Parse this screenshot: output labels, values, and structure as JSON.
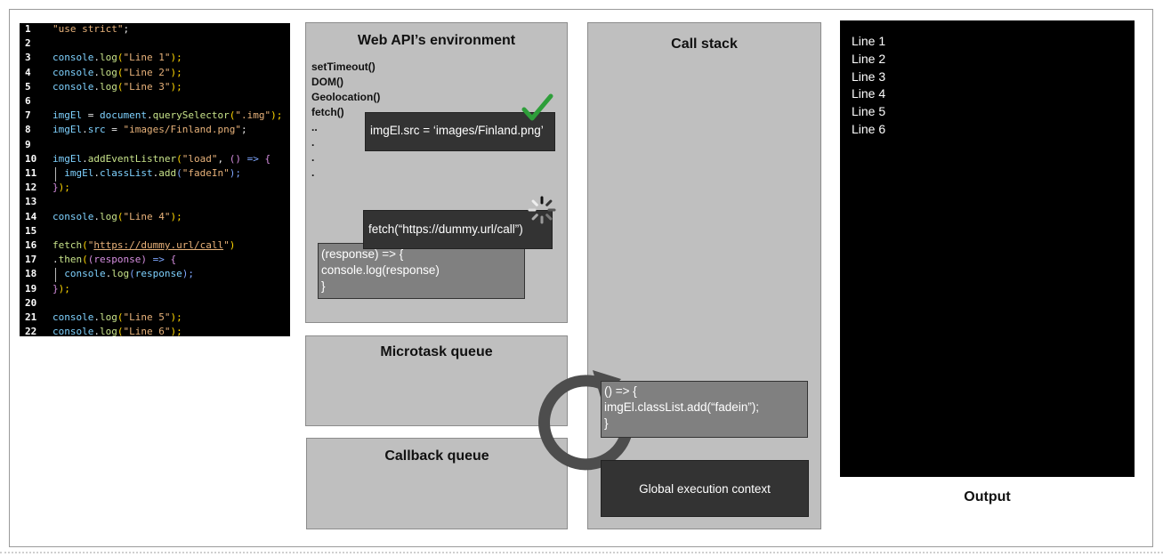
{
  "code": {
    "lines": [
      {
        "n": "1",
        "tokens": [
          {
            "t": "\"use strict\"",
            "c": "#e8b27a"
          },
          {
            "t": ";",
            "c": "#e6e6e6"
          }
        ]
      },
      {
        "n": "2",
        "tokens": []
      },
      {
        "n": "3",
        "tokens": [
          {
            "t": "console",
            "c": "#7fd2ff"
          },
          {
            "t": ".",
            "c": "#e6e6e6"
          },
          {
            "t": "log",
            "c": "#c8e38a"
          },
          {
            "t": "(",
            "c": "#ffd700"
          },
          {
            "t": "\"Line 1\"",
            "c": "#e8b27a"
          },
          {
            "t": ");",
            "c": "#ffd700"
          }
        ]
      },
      {
        "n": "4",
        "tokens": [
          {
            "t": "console",
            "c": "#7fd2ff"
          },
          {
            "t": ".",
            "c": "#e6e6e6"
          },
          {
            "t": "log",
            "c": "#c8e38a"
          },
          {
            "t": "(",
            "c": "#ffd700"
          },
          {
            "t": "\"Line 2\"",
            "c": "#e8b27a"
          },
          {
            "t": ");",
            "c": "#ffd700"
          }
        ]
      },
      {
        "n": "5",
        "tokens": [
          {
            "t": "console",
            "c": "#7fd2ff"
          },
          {
            "t": ".",
            "c": "#e6e6e6"
          },
          {
            "t": "log",
            "c": "#c8e38a"
          },
          {
            "t": "(",
            "c": "#ffd700"
          },
          {
            "t": "\"Line 3\"",
            "c": "#e8b27a"
          },
          {
            "t": ");",
            "c": "#ffd700"
          }
        ]
      },
      {
        "n": "6",
        "tokens": []
      },
      {
        "n": "7",
        "tokens": [
          {
            "t": "imgEl",
            "c": "#7fd2ff"
          },
          {
            "t": " = ",
            "c": "#e6e6e6"
          },
          {
            "t": "document",
            "c": "#7fd2ff"
          },
          {
            "t": ".",
            "c": "#e6e6e6"
          },
          {
            "t": "querySelector",
            "c": "#c8e38a"
          },
          {
            "t": "(",
            "c": "#ffd700"
          },
          {
            "t": "\".img\"",
            "c": "#e8b27a"
          },
          {
            "t": ");",
            "c": "#ffd700"
          }
        ]
      },
      {
        "n": "8",
        "tokens": [
          {
            "t": "imgEl",
            "c": "#7fd2ff"
          },
          {
            "t": ".",
            "c": "#e6e6e6"
          },
          {
            "t": "src",
            "c": "#7fd2ff"
          },
          {
            "t": " = ",
            "c": "#e6e6e6"
          },
          {
            "t": "\"images/Finland.png\"",
            "c": "#e8b27a"
          },
          {
            "t": ";",
            "c": "#e6e6e6"
          }
        ]
      },
      {
        "n": "9",
        "tokens": []
      },
      {
        "n": "10",
        "tokens": [
          {
            "t": "imgEl",
            "c": "#7fd2ff"
          },
          {
            "t": ".",
            "c": "#e6e6e6"
          },
          {
            "t": "addEventListner",
            "c": "#c8e38a"
          },
          {
            "t": "(",
            "c": "#ffd700"
          },
          {
            "t": "\"load\"",
            "c": "#e8b27a"
          },
          {
            "t": ", ",
            "c": "#e6e6e6"
          },
          {
            "t": "()",
            "c": "#d68ee0"
          },
          {
            "t": " => ",
            "c": "#7fa7ff"
          },
          {
            "t": "{",
            "c": "#d68ee0"
          }
        ]
      },
      {
        "n": "11",
        "tokens": [
          {
            "t": "  imgEl",
            "c": "#7fd2ff"
          },
          {
            "t": ".",
            "c": "#e6e6e6"
          },
          {
            "t": "classList",
            "c": "#7fd2ff"
          },
          {
            "t": ".",
            "c": "#e6e6e6"
          },
          {
            "t": "add",
            "c": "#c8e38a"
          },
          {
            "t": "(",
            "c": "#7fa7ff"
          },
          {
            "t": "\"fadeIn\"",
            "c": "#e8b27a"
          },
          {
            "t": ");",
            "c": "#7fa7ff"
          }
        ]
      },
      {
        "n": "12",
        "tokens": [
          {
            "t": "}",
            "c": "#d68ee0"
          },
          {
            "t": ");",
            "c": "#ffd700"
          }
        ]
      },
      {
        "n": "13",
        "tokens": []
      },
      {
        "n": "14",
        "tokens": [
          {
            "t": "console",
            "c": "#7fd2ff"
          },
          {
            "t": ".",
            "c": "#e6e6e6"
          },
          {
            "t": "log",
            "c": "#c8e38a"
          },
          {
            "t": "(",
            "c": "#ffd700"
          },
          {
            "t": "\"Line 4\"",
            "c": "#e8b27a"
          },
          {
            "t": ");",
            "c": "#ffd700"
          }
        ]
      },
      {
        "n": "15",
        "tokens": []
      },
      {
        "n": "16",
        "tokens": [
          {
            "t": "fetch",
            "c": "#c8e38a"
          },
          {
            "t": "(",
            "c": "#ffd700"
          },
          {
            "t": "\"",
            "c": "#e8b27a"
          },
          {
            "t": "https://dummy.url/call",
            "c": "#e8b27a",
            "u": true
          },
          {
            "t": "\"",
            "c": "#e8b27a"
          },
          {
            "t": ")",
            "c": "#ffd700"
          }
        ]
      },
      {
        "n": "17",
        "tokens": [
          {
            "t": ".",
            "c": "#e6e6e6"
          },
          {
            "t": "then",
            "c": "#c8e38a"
          },
          {
            "t": "(",
            "c": "#ffd700"
          },
          {
            "t": "(response)",
            "c": "#d68ee0"
          },
          {
            "t": " => ",
            "c": "#7fa7ff"
          },
          {
            "t": "{",
            "c": "#d68ee0"
          }
        ]
      },
      {
        "n": "18",
        "tokens": [
          {
            "t": "  console",
            "c": "#7fd2ff"
          },
          {
            "t": ".",
            "c": "#e6e6e6"
          },
          {
            "t": "log",
            "c": "#c8e38a"
          },
          {
            "t": "(",
            "c": "#7fa7ff"
          },
          {
            "t": "response",
            "c": "#7fd2ff"
          },
          {
            "t": ");",
            "c": "#7fa7ff"
          }
        ]
      },
      {
        "n": "19",
        "tokens": [
          {
            "t": "}",
            "c": "#d68ee0"
          },
          {
            "t": ");",
            "c": "#ffd700"
          }
        ]
      },
      {
        "n": "20",
        "tokens": []
      },
      {
        "n": "21",
        "tokens": [
          {
            "t": "console",
            "c": "#7fd2ff"
          },
          {
            "t": ".",
            "c": "#e6e6e6"
          },
          {
            "t": "log",
            "c": "#c8e38a"
          },
          {
            "t": "(",
            "c": "#ffd700"
          },
          {
            "t": "\"Line 5\"",
            "c": "#e8b27a"
          },
          {
            "t": ");",
            "c": "#ffd700"
          }
        ]
      },
      {
        "n": "22",
        "tokens": [
          {
            "t": "console",
            "c": "#7fd2ff"
          },
          {
            "t": ".",
            "c": "#e6e6e6"
          },
          {
            "t": "log",
            "c": "#c8e38a"
          },
          {
            "t": "(",
            "c": "#ffd700"
          },
          {
            "t": "\"Line 6\"",
            "c": "#e8b27a"
          },
          {
            "t": ");",
            "c": "#ffd700"
          }
        ]
      }
    ]
  },
  "web_api": {
    "title": "Web API’s environment",
    "items": [
      "setTimeout()",
      "DOM()",
      "Geolocation()",
      "fetch()",
      "..",
      ".",
      ".",
      "."
    ],
    "img_task": "imgEl.src = ‘images/Finland.png’",
    "fetch_task": "fetch(“https://dummy.url/call”)",
    "response_lines": [
      "(response) => {",
      "console.log(response)",
      "}"
    ]
  },
  "microtask": {
    "title": "Microtask queue"
  },
  "callback": {
    "title": "Callback queue"
  },
  "call_stack": {
    "title": "Call stack",
    "callback_lines": [
      "() => {",
      "imgEl.classList.add(“fadein”);",
      "}"
    ],
    "global_context": "Global execution context"
  },
  "output": {
    "lines": [
      "Line 1",
      "Line 2",
      "Line 3",
      "Line 4",
      "Line 5",
      "Line 6"
    ],
    "label": "Output"
  },
  "colors": {
    "panel": "#bfbfbf",
    "dark_box": "#333333",
    "gray_box": "#808080",
    "check": "#2e9e3a",
    "loop_arrow": "#4d4d4d"
  },
  "icons": [
    "checkmark-icon",
    "loading-spinner-icon",
    "event-loop-arrow-icon"
  ]
}
